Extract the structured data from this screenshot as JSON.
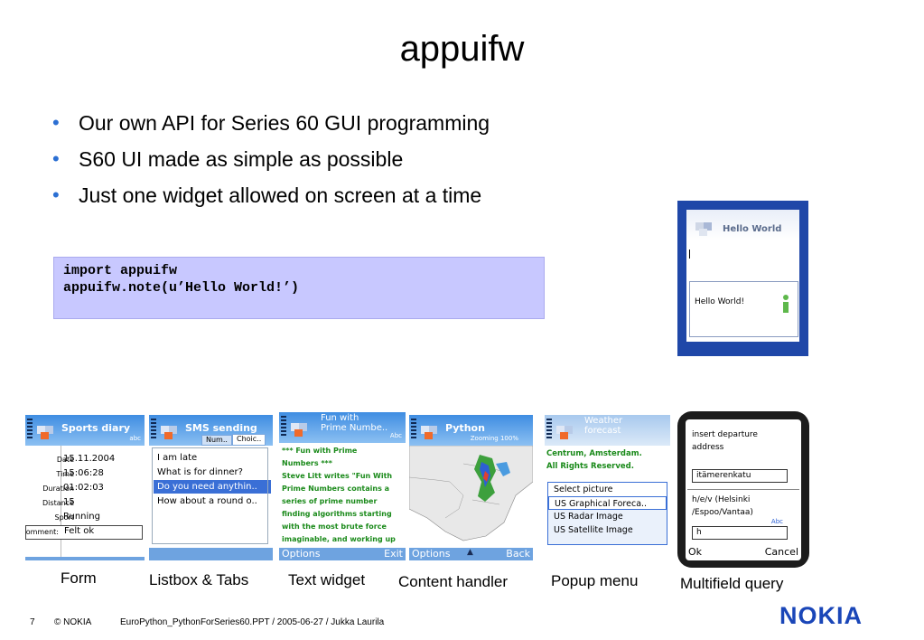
{
  "slide": {
    "title": "appuifw",
    "bullets": [
      "Our own API for Series 60 GUI programming",
      "S60 UI made as simple as possible",
      "Just one widget allowed on screen at a time"
    ],
    "code": "import appuifw\nappuifw.note(u’Hello World!’)"
  },
  "hello_screen": {
    "title": "Hello World",
    "note": "Hello World!",
    "info_icon": "info-icon"
  },
  "screens": {
    "form": {
      "title": "Sports diary",
      "status": "abc",
      "rows": [
        {
          "label": "Date",
          "value": "15.11.2004"
        },
        {
          "label": "Time",
          "value": "15:06:28"
        },
        {
          "label": "Duration",
          "value": "01:02:03"
        },
        {
          "label": "Distance",
          "value": "15"
        },
        {
          "label": "Sport",
          "value": "Running"
        },
        {
          "label": "Comment:",
          "value": "Felt ok"
        }
      ]
    },
    "listbox": {
      "title": "SMS sending",
      "tabs": [
        "Num..",
        "Choic.."
      ],
      "items": [
        "I am late",
        "What is for dinner?",
        "Do you need anythin..",
        "How about a round o.."
      ]
    },
    "text": {
      "title_line1": "Fun with",
      "title_line2": "Prime Numbe..",
      "status": "Abc",
      "lines": [
        "*** Fun with Prime",
        "Numbers ***",
        "Steve Litt writes \"Fun With",
        "Prime Numbers contains a",
        "series of prime number",
        "finding algorithms starting",
        "with the most brute force",
        "imaginable, and working up"
      ],
      "left_softkey": "Options",
      "right_softkey": "Exit"
    },
    "content": {
      "title": "Python",
      "status": "Zooming 100%",
      "left_softkey": "Options",
      "right_softkey": "Back"
    },
    "popup": {
      "title_line1": "Weather",
      "title_line2": "forecast",
      "body_line1": "Centrum, Amsterdam.",
      "body_line2": "All Rights Reserved.",
      "heading": "Select picture",
      "items": [
        "US Graphical Foreca..",
        "US Radar Image",
        "US Satellite Image"
      ]
    },
    "multiquery": {
      "label1_line1": "insert departure",
      "label1_line2": "address",
      "value1": "itämerenkatu",
      "label2_line1": "h/e/v (Helsinki",
      "label2_line2": "/Espoo/Vantaa)",
      "mode": "Abc",
      "value2": "h",
      "left_softkey": "Ok",
      "right_softkey": "Cancel"
    }
  },
  "captions": [
    "Form",
    "Listbox & Tabs",
    "Text widget",
    "Content handler",
    "Popup menu",
    "Multifield query"
  ],
  "footer": {
    "page": "7",
    "copyright": "© NOKIA",
    "file": "EuroPython_PythonForSeries60.PPT / 2005-06-27 / Jukka Laurila",
    "logo": "NOKIA"
  },
  "colors": {
    "bullet": "#2b6fd3",
    "code_bg": "#c8c8ff",
    "s60_blue": "#3f8de2",
    "nokia_blue": "#1a46b8",
    "selection": "#3a6fd6"
  }
}
